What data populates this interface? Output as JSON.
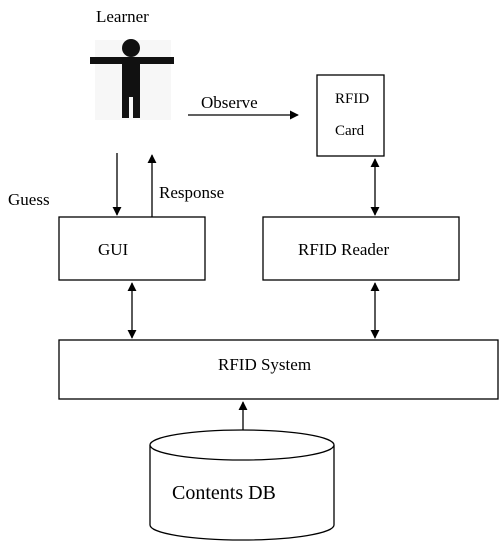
{
  "labels": {
    "learner": "Learner",
    "observe": "Observe",
    "rfid_card_line1": "RFID",
    "rfid_card_line2": "Card",
    "guess": "Guess",
    "response": "Response",
    "gui": "GUI",
    "rfid_reader": "RFID Reader",
    "rfid_system": "RFID System",
    "contents_db": "Contents DB"
  },
  "icons": {
    "learner": "person-icon"
  },
  "colors": {
    "line": "#000000",
    "background": "#ffffff",
    "figure": "#111111"
  }
}
